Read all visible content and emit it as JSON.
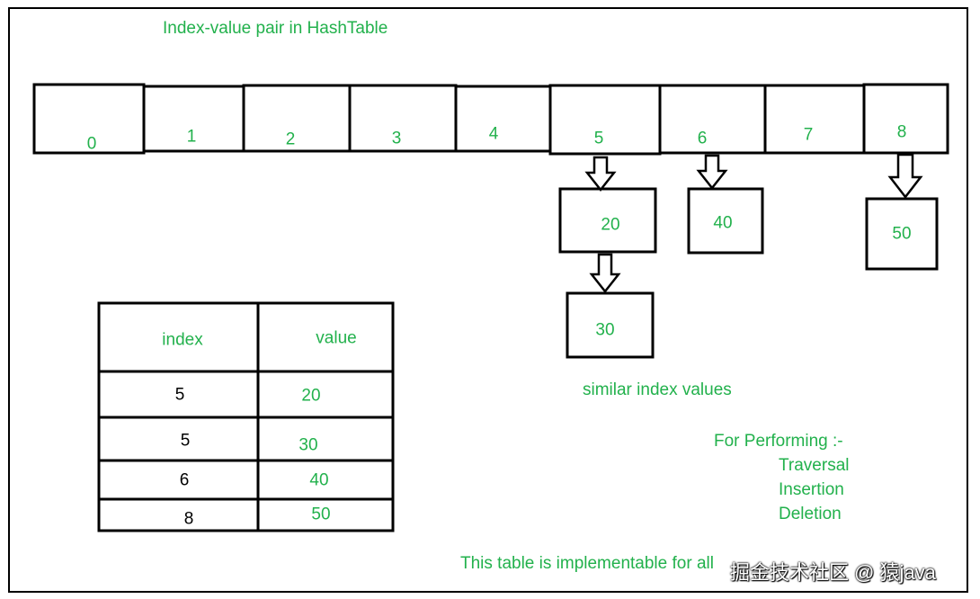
{
  "title": "Index-value pair in HashTable",
  "hashtable": {
    "slots": [
      "0",
      "1",
      "2",
      "3",
      "4",
      "5",
      "6",
      "7",
      "8"
    ]
  },
  "chains": {
    "slot5": [
      "20",
      "30"
    ],
    "slot6": [
      "40"
    ],
    "slot8": [
      "50"
    ]
  },
  "similar_label": "similar index values",
  "table": {
    "headers": [
      "index",
      "value"
    ],
    "rows": [
      {
        "index": "5",
        "value": "20"
      },
      {
        "index": "5",
        "value": "30"
      },
      {
        "index": "6",
        "value": "40"
      },
      {
        "index": "8",
        "value": "50"
      }
    ]
  },
  "operations": {
    "heading": "For Performing  :-",
    "items": [
      "Traversal",
      "Insertion",
      "Deletion"
    ]
  },
  "footer": "This table is implementable for all",
  "watermark": "掘金技术社区 @ 猿java",
  "colors": {
    "label_green": "#22b14c",
    "line": "#000000"
  }
}
